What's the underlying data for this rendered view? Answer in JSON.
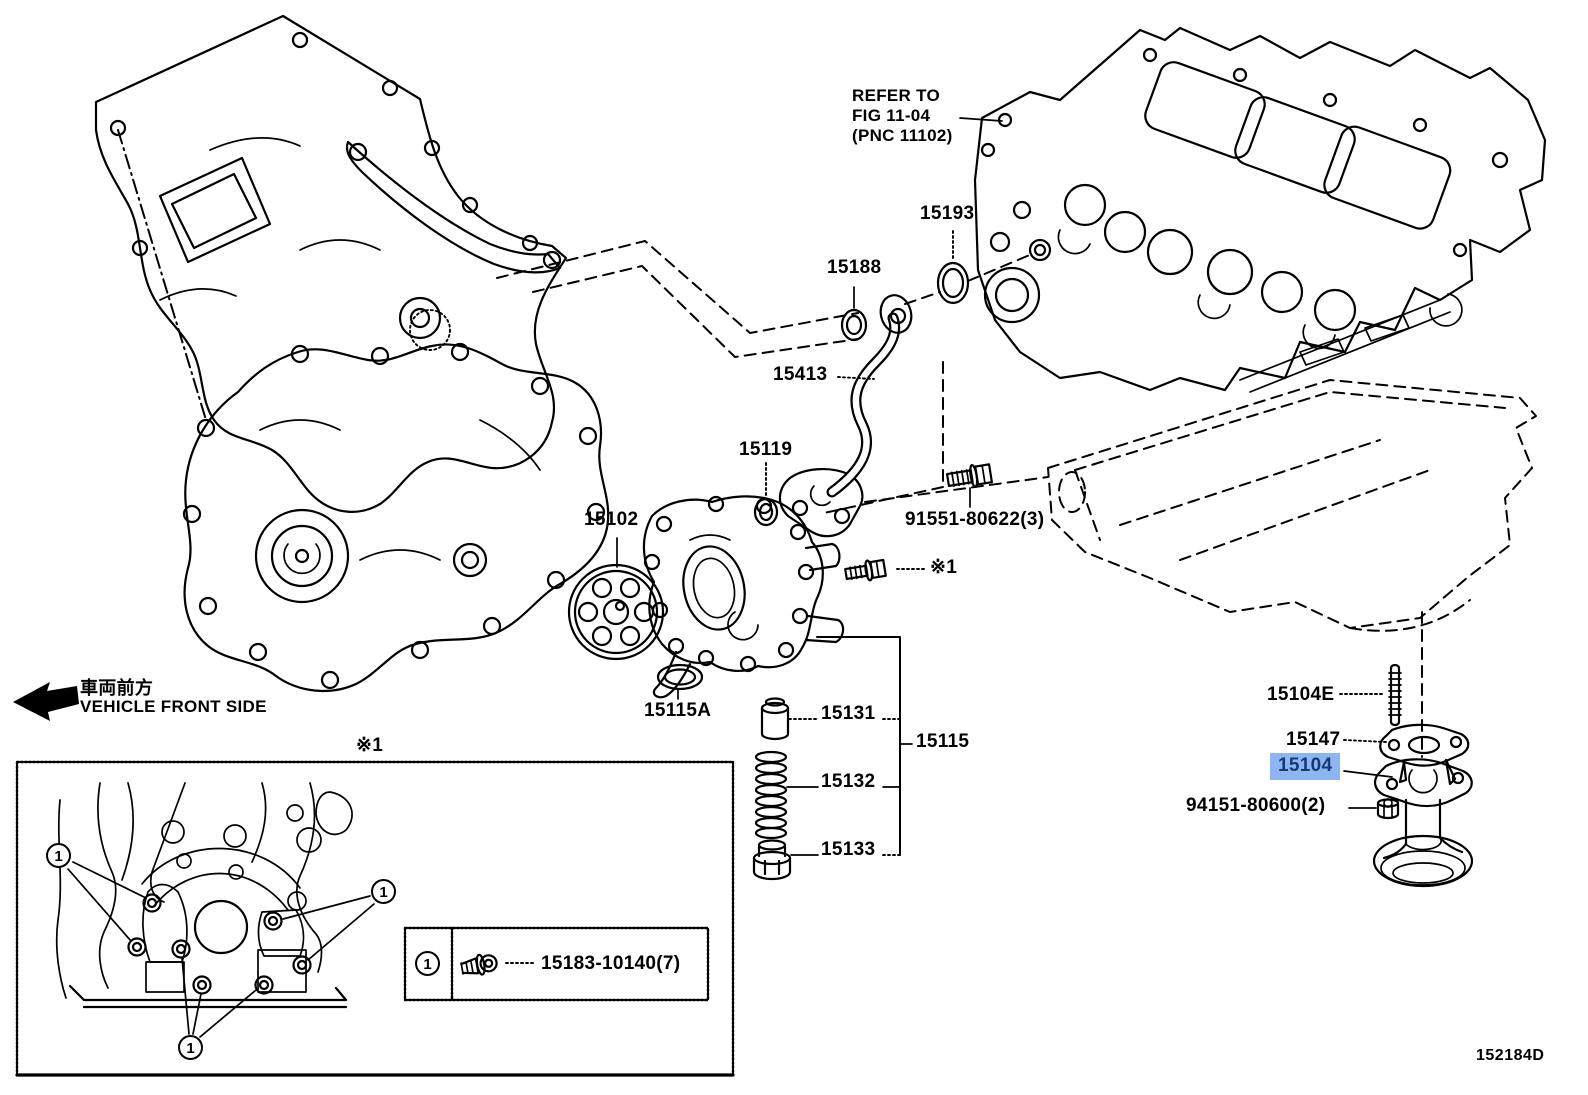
{
  "figure": {
    "code": "152184D",
    "note": {
      "lines": [
        "REFER TO",
        "FIG 11-04",
        "(PNC 11102)"
      ]
    },
    "orientation": {
      "jp": "車両前方",
      "en": "VEHICLE FRONT SIDE"
    },
    "view_ref": "※1",
    "selected_part": "15104",
    "colors": {
      "line": "#000000",
      "background": "#FFFFFF",
      "highlight_bg": "#8CB5F1",
      "highlight_text": "#163A75"
    }
  },
  "parts": {
    "p15193": "15193",
    "p15188": "15188",
    "p15413": "15413",
    "p15119": "15119",
    "p91551": "91551-80622(3)",
    "bolt_ref": "※1",
    "p15102": "15102",
    "p15115A": "15115A",
    "p15131": "15131",
    "p15132": "15132",
    "p15133": "15133",
    "p15115": "15115",
    "p15104E": "15104E",
    "p15147": "15147",
    "p15104": "15104",
    "p94151": "94151-80600(2)"
  },
  "legend": {
    "marker": "1",
    "part": "15183-10140(7)"
  }
}
